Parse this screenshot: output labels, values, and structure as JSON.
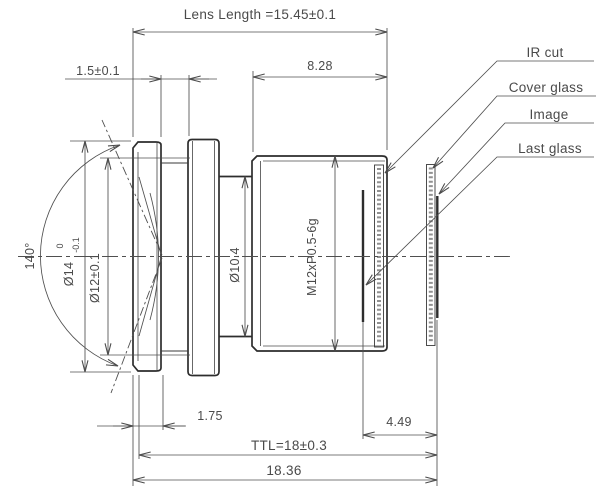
{
  "drawing": {
    "type": "mechanical-lens-section",
    "dimensions": {
      "lens_length": "Lens Length =15.45±0.1",
      "ring_gap": "1.5±0.1",
      "barrel_length": "8.28",
      "front_ring_width": "1.75",
      "back_focal_distance": "4.49",
      "ttl": "TTL=18±0.3",
      "overall_length": "18.36",
      "fov_angle": "140°",
      "front_outer_diameter": "Ø14",
      "front_outer_diameter_tol_upper": "0",
      "front_outer_diameter_tol_lower": "-0.1",
      "front_glass_diameter": "Ø12±0.1",
      "neck_diameter": "Ø10.4",
      "thread_spec": "M12xP0.5-6g"
    },
    "part_labels": {
      "ir_cut": "IR cut",
      "cover_glass": "Cover glass",
      "image": "Image",
      "last_glass": "Last glass"
    },
    "colors": {
      "background": "#ffffff",
      "outline": "#2d2d2d",
      "thin_line": "#4f4f4f",
      "text": "#4a4a4a",
      "hatch_dots": "#909090"
    }
  }
}
